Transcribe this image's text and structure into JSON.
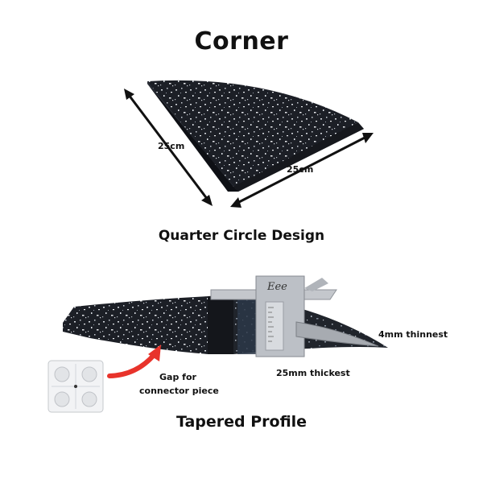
{
  "title": "Corner",
  "dimension_left": "25cm",
  "dimension_bottom": "25cm",
  "design_caption": "Quarter Circle Design",
  "thinnest_label": "4mm thinnest",
  "thickest_label": "25mm thickest",
  "gap_label_line1": "Gap for",
  "gap_label_line2": "connector piece",
  "profile_caption": "Tapered Profile",
  "caliper_brand": "Eee",
  "colors": {
    "rubber": "#1c1f26",
    "speckle": "#d9dde3",
    "arrow_red": "#e8332b",
    "caliper": "#b9bcc1"
  }
}
